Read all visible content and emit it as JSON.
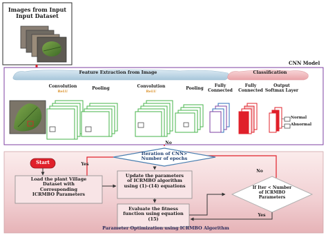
{
  "input": {
    "title": "Images from Input\nInput Dataset"
  },
  "cnn": {
    "title": "CNN Model",
    "feature_extraction_label": "Feature Extraction from Image",
    "classification_label": "Classification",
    "layers": [
      {
        "name": "Convolution",
        "sub": "ReLU"
      },
      {
        "name": "Pooling",
        "sub": ""
      },
      {
        "name": "Convolution",
        "sub": "ReLU"
      },
      {
        "name": "Pooling",
        "sub": ""
      },
      {
        "name": "Fully\nConnected",
        "sub": ""
      },
      {
        "name": "Fully\nConnected",
        "sub": ""
      },
      {
        "name": "Output\nSoftmax Layer",
        "sub": ""
      }
    ],
    "output_classes": [
      "Normal",
      "Abnormal"
    ]
  },
  "optimization": {
    "title": "Parameter Optimization using ICRMBO Algorithm",
    "start_label": "Start",
    "iteration_decision": "Iteration of CNN>\nNumber of epochs",
    "no_label": "No",
    "yes_label": "Yes",
    "load_box": "Load the plant Village\nDataset with\nCorresponding\nICRMBO Parameters",
    "update_box": "Update the parameters\nof ICRMBO algorithm\nusing (1)-(14) equations",
    "evaluate_box": "Evaluate the fitness\nfunction using equation\n(15)",
    "iter_decision": "If Iter < Number\nof ICRMBO\nParameters"
  },
  "colors": {
    "accent_red": "#e0202a",
    "cloud_blue": "#bcd6e6",
    "cloud_pink": "#f1b9bd",
    "flow_bg": "#f4d9db",
    "green_layer": "#45b34a",
    "purple_layer": "#7d3fa0",
    "blue_layer": "#2f6fb8"
  }
}
